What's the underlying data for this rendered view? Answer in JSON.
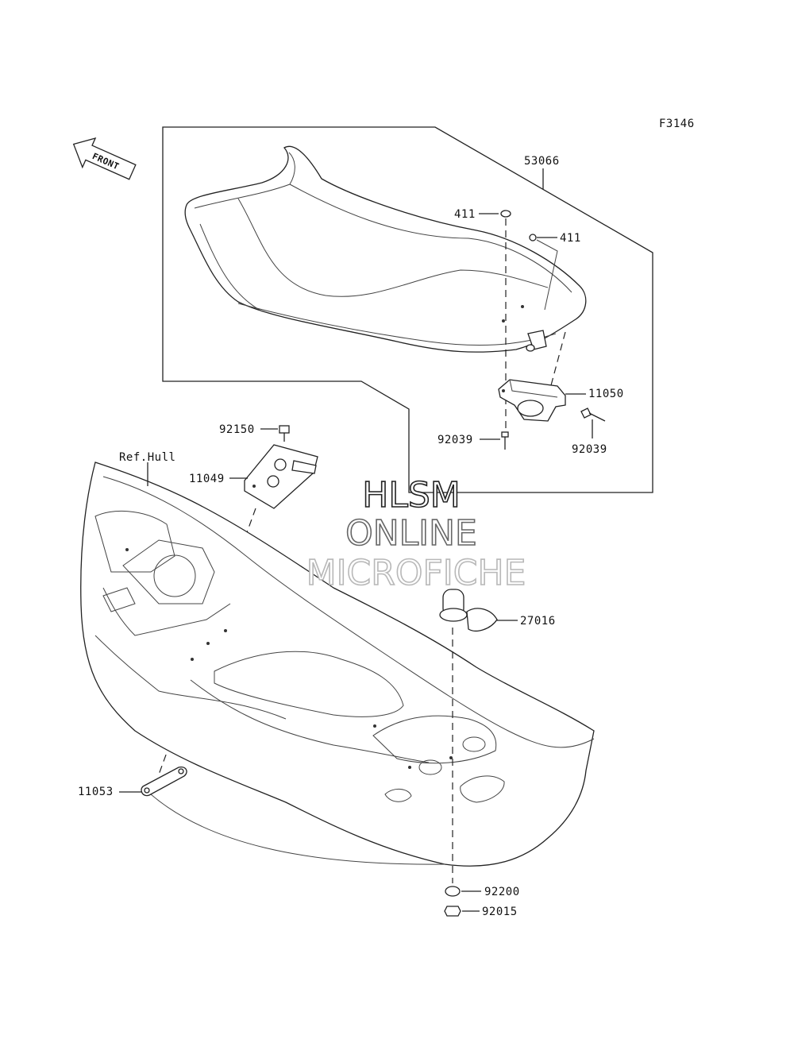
{
  "figure_code": "F3146",
  "front_label": "FRONT",
  "ref_label": "Ref.Hull",
  "callouts": [
    {
      "id": "53066",
      "text": "53066"
    },
    {
      "id": "411a",
      "text": "411"
    },
    {
      "id": "411b",
      "text": "411"
    },
    {
      "id": "11050",
      "text": "11050"
    },
    {
      "id": "92039a",
      "text": "92039"
    },
    {
      "id": "92039b",
      "text": "92039"
    },
    {
      "id": "92150",
      "text": "92150"
    },
    {
      "id": "11049",
      "text": "11049"
    },
    {
      "id": "27016",
      "text": "27016"
    },
    {
      "id": "11053",
      "text": "11053"
    },
    {
      "id": "92200",
      "text": "92200"
    },
    {
      "id": "92015",
      "text": "92015"
    }
  ],
  "watermark": {
    "line1": "HLSM",
    "line2": "ONLINE",
    "line3": "MICROFICHE",
    "colors": [
      "#222222",
      "#666666",
      "#b8b8b8"
    ]
  }
}
